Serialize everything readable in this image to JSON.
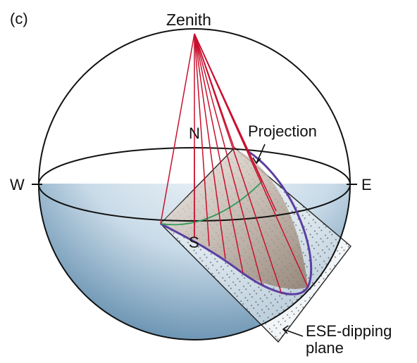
{
  "panel_label": "(c)",
  "labels": {
    "zenith": "Zenith",
    "north": "N",
    "south": "S",
    "west": "W",
    "east": "E",
    "projection": "Projection",
    "plane_line1": "ESE-dipping",
    "plane_line2": "plane"
  },
  "colors": {
    "sphere_outline": "#111111",
    "projection_rays": "#c8102e",
    "trace": "#5b3fa0",
    "hemisphere_shade": "#5f8fb0",
    "guide_line": "#2e9a5a"
  }
}
